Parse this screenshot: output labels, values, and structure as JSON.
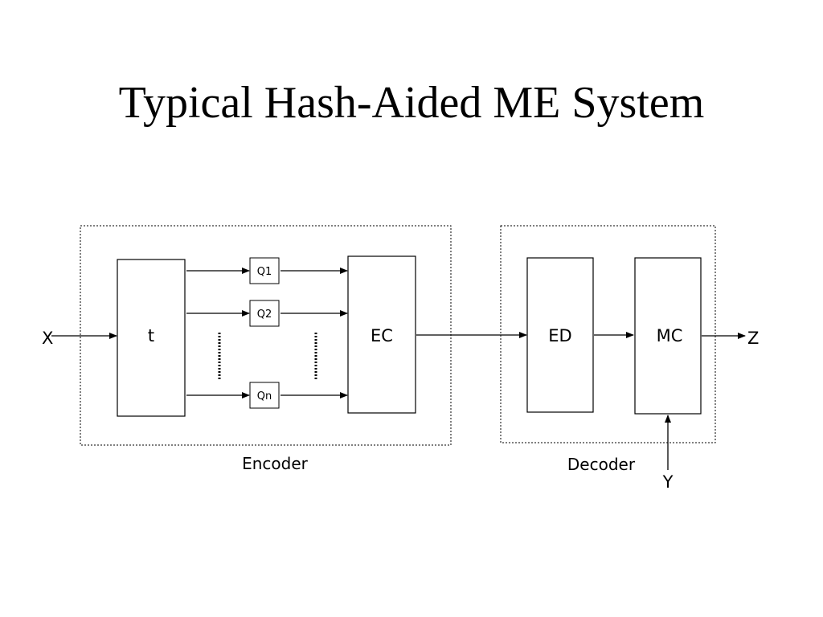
{
  "slide": {
    "title": "Typical Hash-Aided ME System"
  },
  "diagram": {
    "input_label": "X",
    "output_label": "Z",
    "side_input_label": "Y",
    "encoder": {
      "label": "Encoder",
      "transform_label": "t",
      "quantizers": [
        "Q1",
        "Q2",
        "Qn"
      ],
      "entropy_coder_label": "EC"
    },
    "decoder": {
      "label": "Decoder",
      "entropy_decoder_label": "ED",
      "motion_compensation_label": "MC"
    }
  }
}
